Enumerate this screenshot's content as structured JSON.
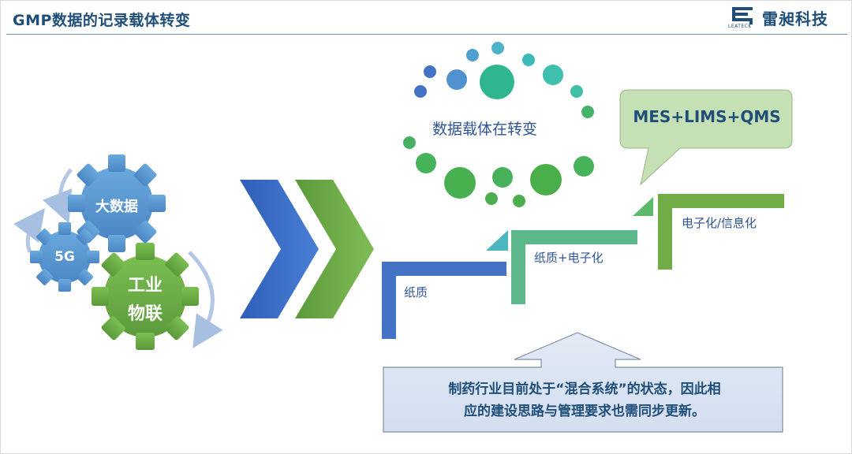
{
  "header": {
    "title": "GMP数据的记录载体转变",
    "logo_name": "雷昶科技",
    "logo_sub": "LEATECK"
  },
  "gears": {
    "big_data": "大数据",
    "five_g": "5G",
    "iot_line1": "工业",
    "iot_line2": "物联"
  },
  "circle_cluster": {
    "label": "数据载体在转变"
  },
  "speech_bubble": {
    "text": "MES+LIMS+QMS"
  },
  "steps": [
    {
      "label": "纸质"
    },
    {
      "label": "纸质+电子化"
    },
    {
      "label": "电子化/信息化"
    }
  ],
  "callout": {
    "line1": "制药行业目前处于“混合系统”的状态，因此相",
    "line2": "应的建设思路与管理要求也需同步更新。"
  },
  "colors": {
    "title": "#1f4e79",
    "gear_blue": "#5b9bd5",
    "gear_green": "#70ad47",
    "chevron_blue": "#4472c4",
    "chevron_green": "#70ad47",
    "step1": "#4472c4",
    "step2": "#5cb88b",
    "step3": "#70ad47",
    "bubble_fill": "#c5e0b4",
    "callout_fill": "#dae3f3"
  }
}
